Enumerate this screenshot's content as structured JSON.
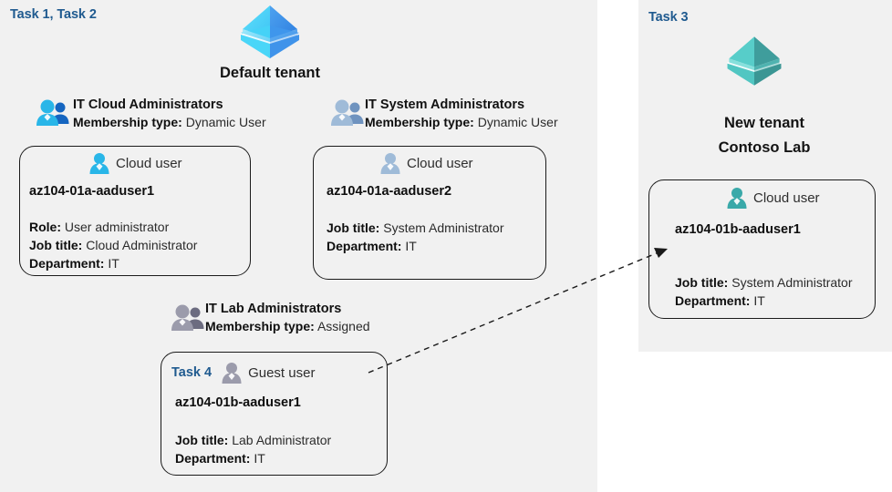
{
  "panels": {
    "left": {
      "task_label": "Task 1, Task 2"
    },
    "right": {
      "task_label": "Task 3"
    }
  },
  "tenants": [
    {
      "name": "Default tenant",
      "icon": "azure-ad-tenant-icon",
      "color": "#3ba6f0"
    },
    {
      "name_line1": "New  tenant",
      "name_line2": "Contoso Lab",
      "icon": "azure-ad-tenant-icon",
      "color": "#45b8b8"
    }
  ],
  "groups": [
    {
      "name": "IT Cloud Administrators",
      "membership_label": "Membership type:",
      "membership_value": "Dynamic User",
      "icon": "group-users-icon",
      "icon_color": "#29a8e0"
    },
    {
      "name": "IT System Administrators",
      "membership_label": "Membership type:",
      "membership_value": "Dynamic User",
      "icon": "group-users-icon",
      "icon_color": "#8fb3d9"
    },
    {
      "name": "IT Lab Administrators",
      "membership_label": "Membership type:",
      "membership_value": "Assigned",
      "icon": "group-users-icon",
      "icon_color": "#9b9bab"
    }
  ],
  "cards": [
    {
      "id": "card-aaduser1",
      "task_tag": "",
      "user_type": "Cloud user",
      "user_icon": "cloud-user-icon",
      "icon_color": "#29b6e8",
      "username": "az104-01a-aaduser1",
      "attrs": [
        {
          "label": "Role:",
          "value": "User administrator"
        },
        {
          "label": "Job title:",
          "value": "Cloud Administrator"
        },
        {
          "label": "Department:",
          "value": "IT"
        }
      ]
    },
    {
      "id": "card-aaduser2",
      "task_tag": "",
      "user_type": "Cloud user",
      "user_icon": "cloud-user-icon",
      "icon_color": "#9fbbd8",
      "username": "az104-01a-aaduser2",
      "attrs": [
        {
          "label": "Job title:",
          "value": "System Administrator"
        },
        {
          "label": "Department:",
          "value": "IT"
        }
      ]
    },
    {
      "id": "card-guest-aaduser1",
      "task_tag": "Task 4",
      "user_type": "Guest user",
      "user_icon": "guest-user-icon",
      "icon_color": "#9b9bab",
      "username": "az104-01b-aaduser1",
      "attrs": [
        {
          "label": "Job title:",
          "value": "Lab Administrator"
        },
        {
          "label": "Department:",
          "value": "IT"
        }
      ]
    },
    {
      "id": "card-newtenant-aaduser1",
      "task_tag": "",
      "user_type": "Cloud user",
      "user_icon": "cloud-user-icon",
      "icon_color": "#3aa9a9",
      "username": "az104-01b-aaduser1",
      "attrs": [
        {
          "label": "Job title:",
          "value": "System Administrator"
        },
        {
          "label": "Department:",
          "value": "IT"
        }
      ]
    }
  ],
  "connector": {
    "name": "invite-guest-arrow",
    "style": "dashed",
    "color": "#1a1a1a"
  }
}
